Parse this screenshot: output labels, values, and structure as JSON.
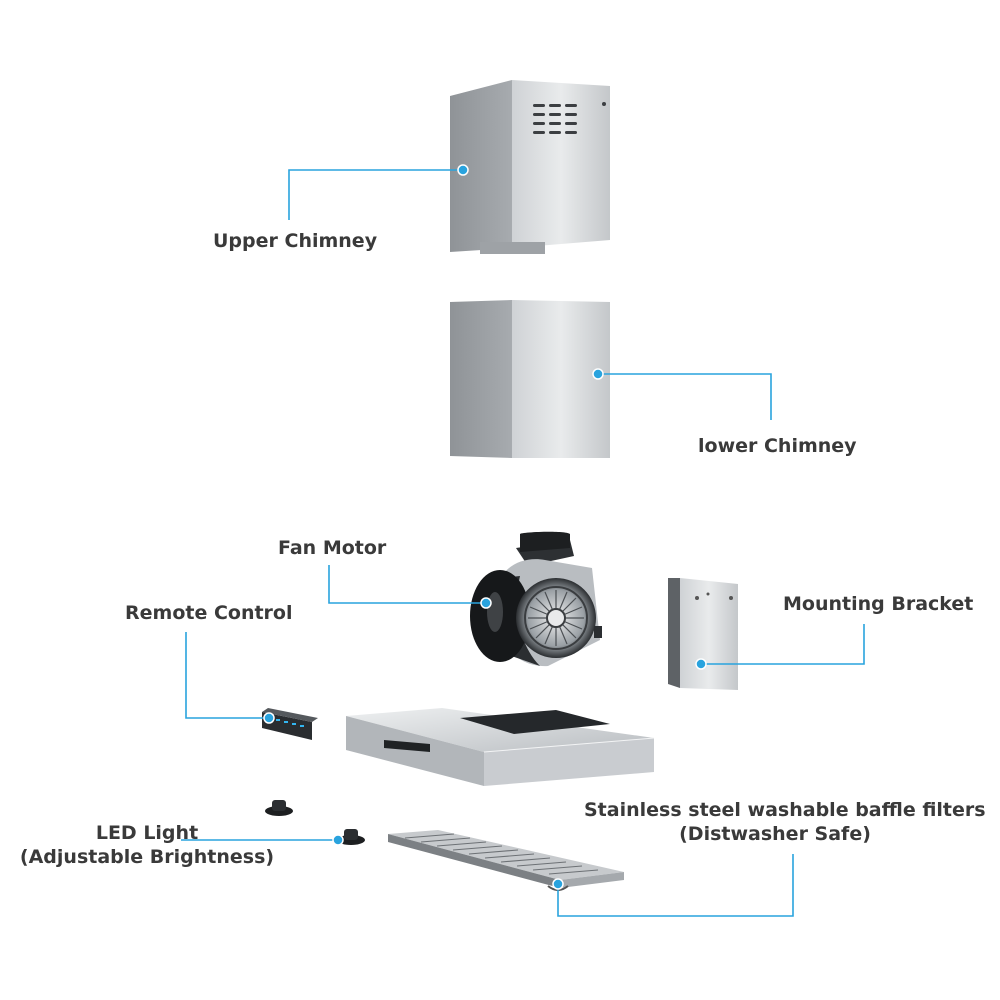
{
  "colors": {
    "accent": "#29a3de",
    "label_text": "#3a3a3a",
    "steel_light": "#d6d8da",
    "steel_mid": "#a9adb1",
    "steel_dark": "#6f7377"
  },
  "labels": {
    "upper_chimney": "Upper Chimney",
    "lower_chimney": "lower Chimney",
    "fan_motor": "Fan Motor",
    "remote_control": "Remote Control",
    "mounting_bracket": "Mounting Bracket",
    "led_light_line1": "LED Light",
    "led_light_line2": "(Adjustable Brightness)",
    "filters_line1": "Stainless steel washable baffle filters",
    "filters_line2": "(Distwasher Safe)"
  }
}
